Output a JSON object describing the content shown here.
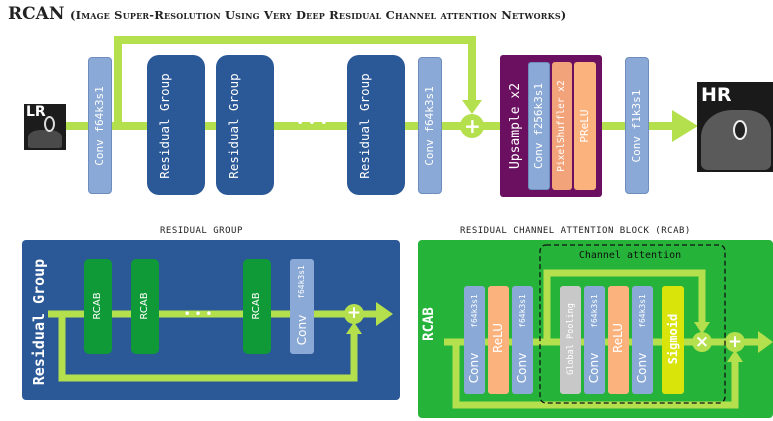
{
  "title": {
    "main": "RCAN",
    "subtitle": "(Image Super-Resolution Using Very Deep Residual Channel attention Networks)"
  },
  "top": {
    "lr_label": "LR",
    "hr_label": "HR",
    "conv1": "Conv  f64k3s1",
    "rg1": "Residual Group",
    "rg2": "Residual Group",
    "ellipsis": "• • •",
    "rg3": "Residual Group",
    "conv2": "Conv  f64k3s1",
    "plus": "+",
    "upsample": "Upsample x2",
    "up_conv": "Conv  f256k3s1",
    "pixelshuffler": "PixelShuffler x2",
    "prelu": "PReLU",
    "conv_out": "Conv  f1k3s1"
  },
  "residual_group": {
    "section_title": "RESIDUAL GROUP",
    "side_label": "Residual Group",
    "rcab1": "RCAB",
    "rcab2": "RCAB",
    "ellipsis": "• • •",
    "rcab3": "RCAB",
    "conv_word": "Conv",
    "conv_params": "f64k3s1",
    "plus": "+"
  },
  "rcab": {
    "section_title": "RESIDUAL CHANNEL ATTENTION BLOCK (RCAB)",
    "side_label": "RCAB",
    "conv_word": "Conv",
    "conv_params": "f64k3s1",
    "relu": "ReLU",
    "channel_attention": "Channel attention",
    "global_pooling": "Global Pooling",
    "sigmoid": "Sigmoid",
    "times": "×",
    "plus": "+"
  },
  "colors": {
    "arrow_green": "#b5e04d",
    "conv_blue": "#8aa9d6",
    "rg_blue": "#2b5896",
    "upsample_purple": "#6b1061",
    "orange": "#fcb27d",
    "rcab_green": "#0f9a37",
    "panel_green": "#25b33a",
    "sigmoid_yellow": "#d8e40a"
  }
}
